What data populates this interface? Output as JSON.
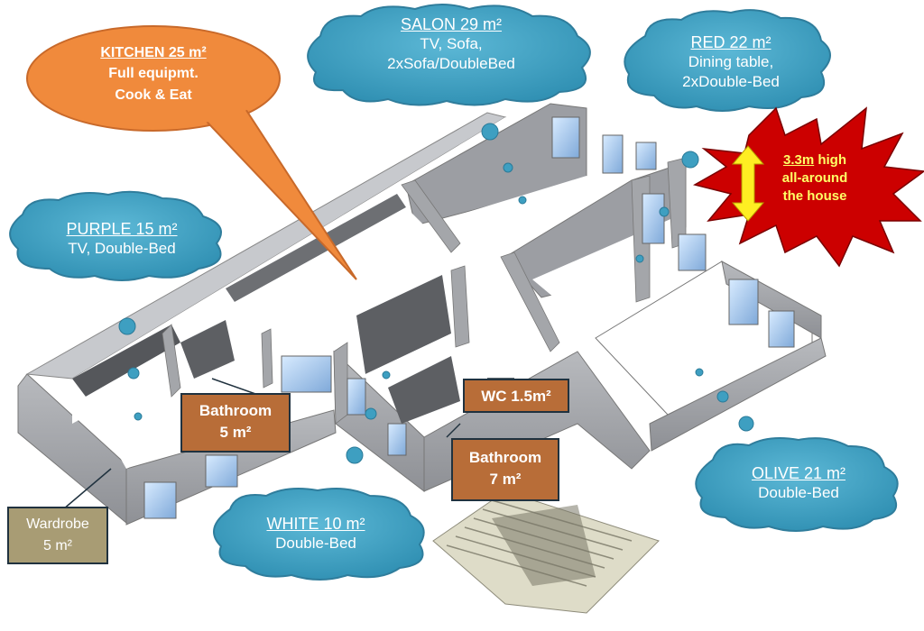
{
  "clouds": {
    "salon": {
      "title": "SALON  29 m²",
      "line1": "TV, Sofa,",
      "line2": "2xSofa/DoubleBed"
    },
    "red": {
      "title": "RED  22 m²",
      "line1": "Dining table,",
      "line2": "2xDouble-Bed"
    },
    "purple": {
      "title": "PURPLE  15 m²",
      "line1": "TV, Double-Bed"
    },
    "olive": {
      "title": "OLIVE  21 m²",
      "line1": "Double-Bed"
    },
    "white": {
      "title": "WHITE  10 m²",
      "line1": "Double-Bed"
    }
  },
  "kitchen": {
    "title": "KITCHEN  25 m²",
    "line1": "Full equipmt.",
    "line2": "Cook & Eat"
  },
  "height_note": {
    "value": "3.3m",
    "rest": " high",
    "line2": "all-around",
    "line3": "the house"
  },
  "boxes": {
    "bathroom5": {
      "line1": "Bathroom",
      "line2": "5 m²"
    },
    "wc": {
      "line1": "WC 1.5m²"
    },
    "bathroom7": {
      "line1": "Bathroom",
      "line2": "7 m²"
    },
    "wardrobe": {
      "line1": "Wardrobe",
      "line2": "5 m²"
    }
  },
  "colors": {
    "cloud": "#3e9fc1",
    "kitchen": "#f08a3c",
    "star": "#cc0000",
    "arrow": "#ffee22",
    "bathroom_box": "#b86d38",
    "wardrobe_box": "#a89c74",
    "wall": "#a9abb0",
    "floor": "#ffffff"
  }
}
